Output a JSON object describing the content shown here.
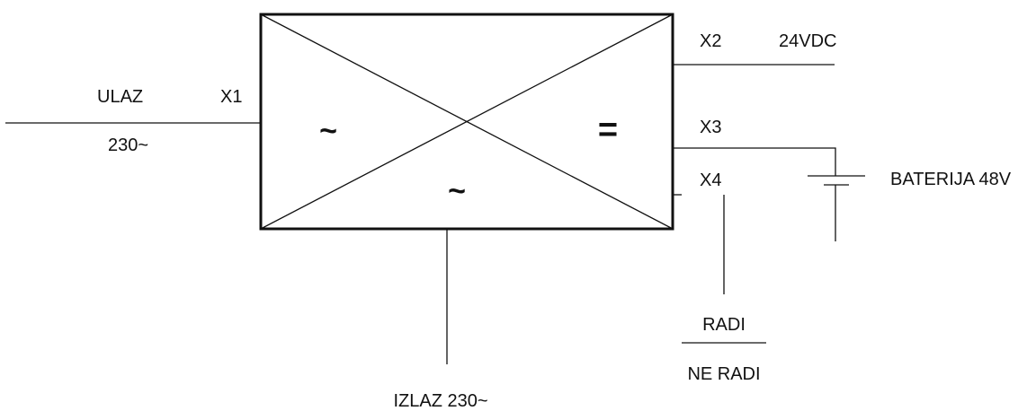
{
  "input": {
    "label": "ULAZ",
    "terminal": "X1",
    "voltage": "230~"
  },
  "converter": {
    "symbol_left": "~",
    "symbol_right": "=",
    "symbol_bottom": "~"
  },
  "outputs": {
    "x2_terminal": "X2",
    "x2_voltage": "24VDC",
    "x3_terminal": "X3",
    "x4_terminal": "X4",
    "battery_label": "BATERIJA 48V",
    "status_on": "RADI",
    "status_off": "NE RADI",
    "ac_output": "IZLAZ 230~"
  }
}
